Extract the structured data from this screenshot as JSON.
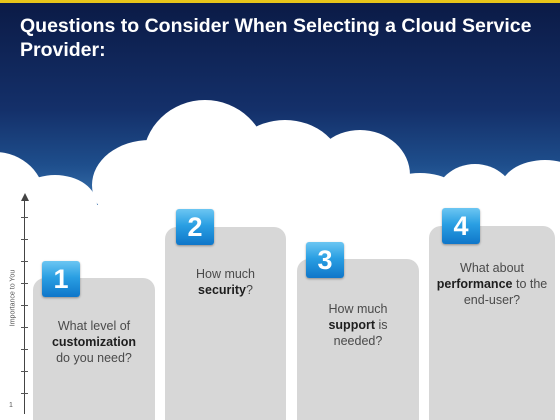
{
  "slide": {
    "title": "Questions to Consider When Selecting a Cloud Service Provider:"
  },
  "axis": {
    "label": "Importance to You",
    "origin_label": "1"
  },
  "steps": [
    {
      "number": "1",
      "text_before": "What level of",
      "bold": "customization",
      "text_after": "do you need?"
    },
    {
      "number": "2",
      "text_before": "How much",
      "bold": "security",
      "text_after": "?"
    },
    {
      "number": "3",
      "text_before": "How much",
      "bold": "support",
      "text_after": "is needed?"
    },
    {
      "number": "4",
      "text_before": "What about",
      "bold": "performance",
      "text_after": "to the end-user?"
    }
  ],
  "colors": {
    "header_dark": "#0b1a45",
    "header_mid": "#1e4e8c",
    "accent_stripe": "#e8c51a",
    "box_gray": "#d7d7d7",
    "badge_blue": "#2a9fe3"
  }
}
